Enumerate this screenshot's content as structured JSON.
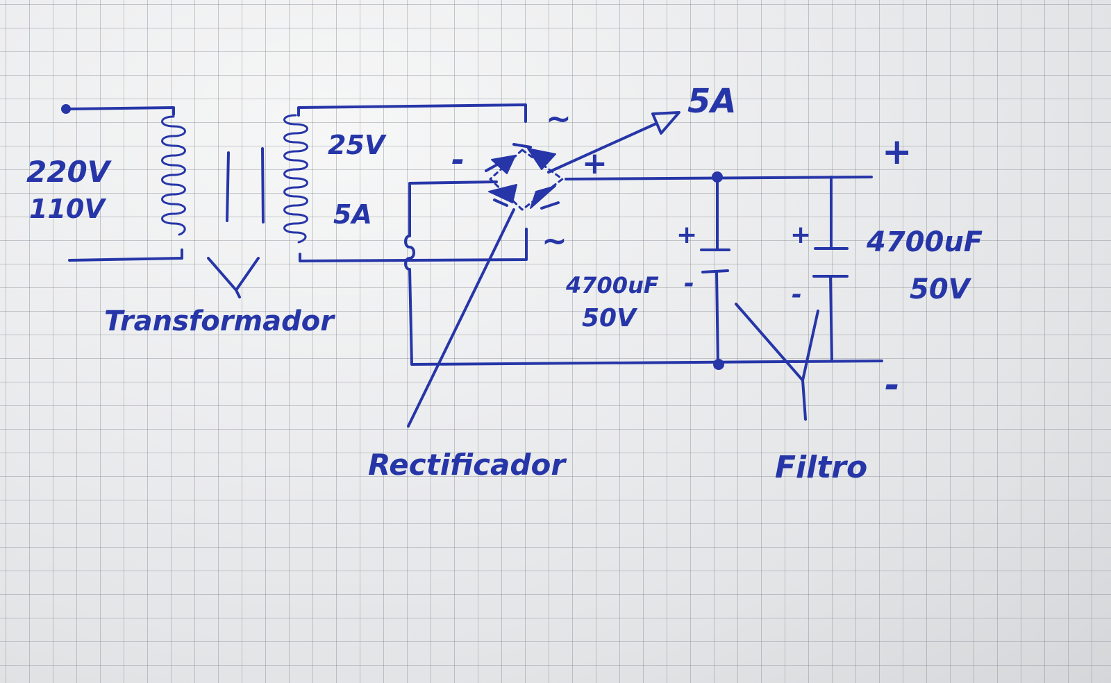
{
  "transformer": {
    "input_voltage_1": "220V",
    "input_voltage_2": "110V",
    "secondary_voltage": "25V",
    "secondary_current": "5A",
    "label": "Transformador"
  },
  "rectifier": {
    "ac_terminal_top": "~",
    "ac_terminal_bottom": "~",
    "negative_terminal": "-",
    "positive_terminal": "+",
    "current_rating": "5A",
    "label": "Rectificador"
  },
  "filter": {
    "cap1_plus": "+",
    "cap1_minus": "-",
    "cap1_capacitance": "4700uF",
    "cap1_voltage": "50V",
    "cap2_plus": "+",
    "cap2_minus": "-",
    "cap2_capacitance": "4700uF",
    "cap2_voltage": "50V",
    "label": "Filtro"
  },
  "output": {
    "positive": "+",
    "negative": "-"
  },
  "colors": {
    "ink": "#2636a8",
    "paper": "#ecedee",
    "grid": "#8a8f98"
  }
}
